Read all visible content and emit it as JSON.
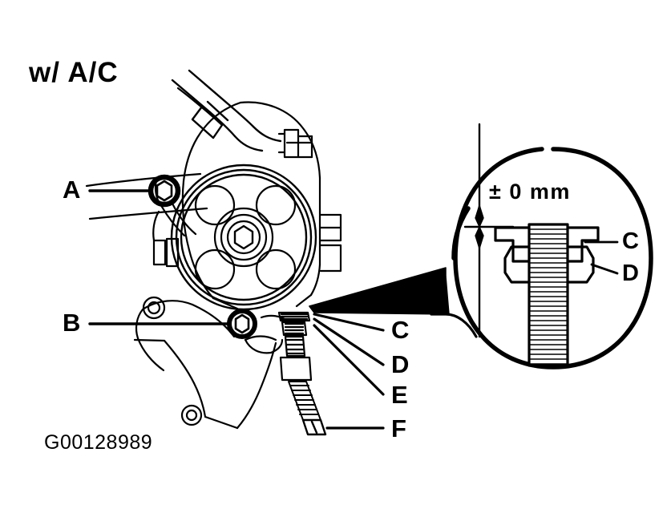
{
  "figure": {
    "title": "w/ A/C",
    "figure_id": "G00128989",
    "background_color": "#ffffff",
    "line_color": "#000000",
    "subject": "power-steering-pump-mounting-and-belt-adjuster"
  },
  "callouts": [
    {
      "key": "A",
      "label": "A",
      "target": "upper-pivot-mounting-bolt"
    },
    {
      "key": "B",
      "label": "B",
      "target": "lower-pivot-mounting-bolt"
    },
    {
      "key": "C",
      "label": "C",
      "target": "adjuster-bracket-flange"
    },
    {
      "key": "D",
      "label": "D",
      "target": "adjuster-lock-nut"
    },
    {
      "key": "E",
      "label": "E",
      "target": "adjuster-stud"
    },
    {
      "key": "F",
      "label": "F",
      "target": "adjuster-bolt-head"
    }
  ],
  "detail_view": {
    "dimension_label": "± 0 mm",
    "items": [
      {
        "key": "C",
        "label": "C",
        "target": "bracket-flange"
      },
      {
        "key": "D",
        "label": "D",
        "target": "lock-nut"
      }
    ]
  }
}
